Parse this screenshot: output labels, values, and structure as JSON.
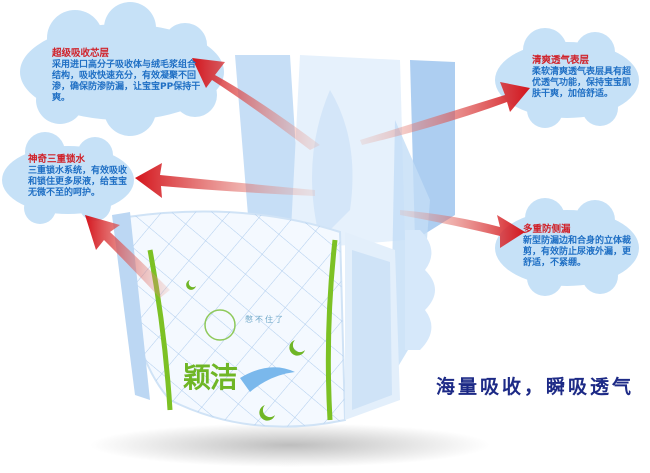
{
  "callouts": [
    {
      "id": "core",
      "title": "超级吸收芯层",
      "desc": "采用进口高分子吸收体与绒毛浆组合结构，吸收快速充分，有效凝聚不回渗，确保防渗防漏，让宝宝PP保持干爽。"
    },
    {
      "id": "surface",
      "title": "清爽透气表层",
      "desc": "柔软清爽透气表层具有超优透气功能，保持宝宝肌肤干爽，加倍舒适。"
    },
    {
      "id": "lock",
      "title": "神奇三重锁水",
      "desc": "三重锁水系统，有效吸收和锁住更多尿液，给宝宝无微不至的呵护。"
    },
    {
      "id": "leak",
      "title": "多重防侧漏",
      "desc": "新型防漏边和合身的立体裁剪，有效防止尿液外漏，更舒适，不紧绷。"
    }
  ],
  "slogan": "海量吸收，瞬吸透气",
  "brand": {
    "name": "颖洁",
    "bubble_text": "憋不住了"
  },
  "colors": {
    "title_red": "#d0222a",
    "desc_blue": "#1f6fc4",
    "cloud": "#c6e1f7",
    "arrow": "#d81e1e",
    "slogan": "#1d2a86",
    "brand_green": "#6fb626"
  }
}
